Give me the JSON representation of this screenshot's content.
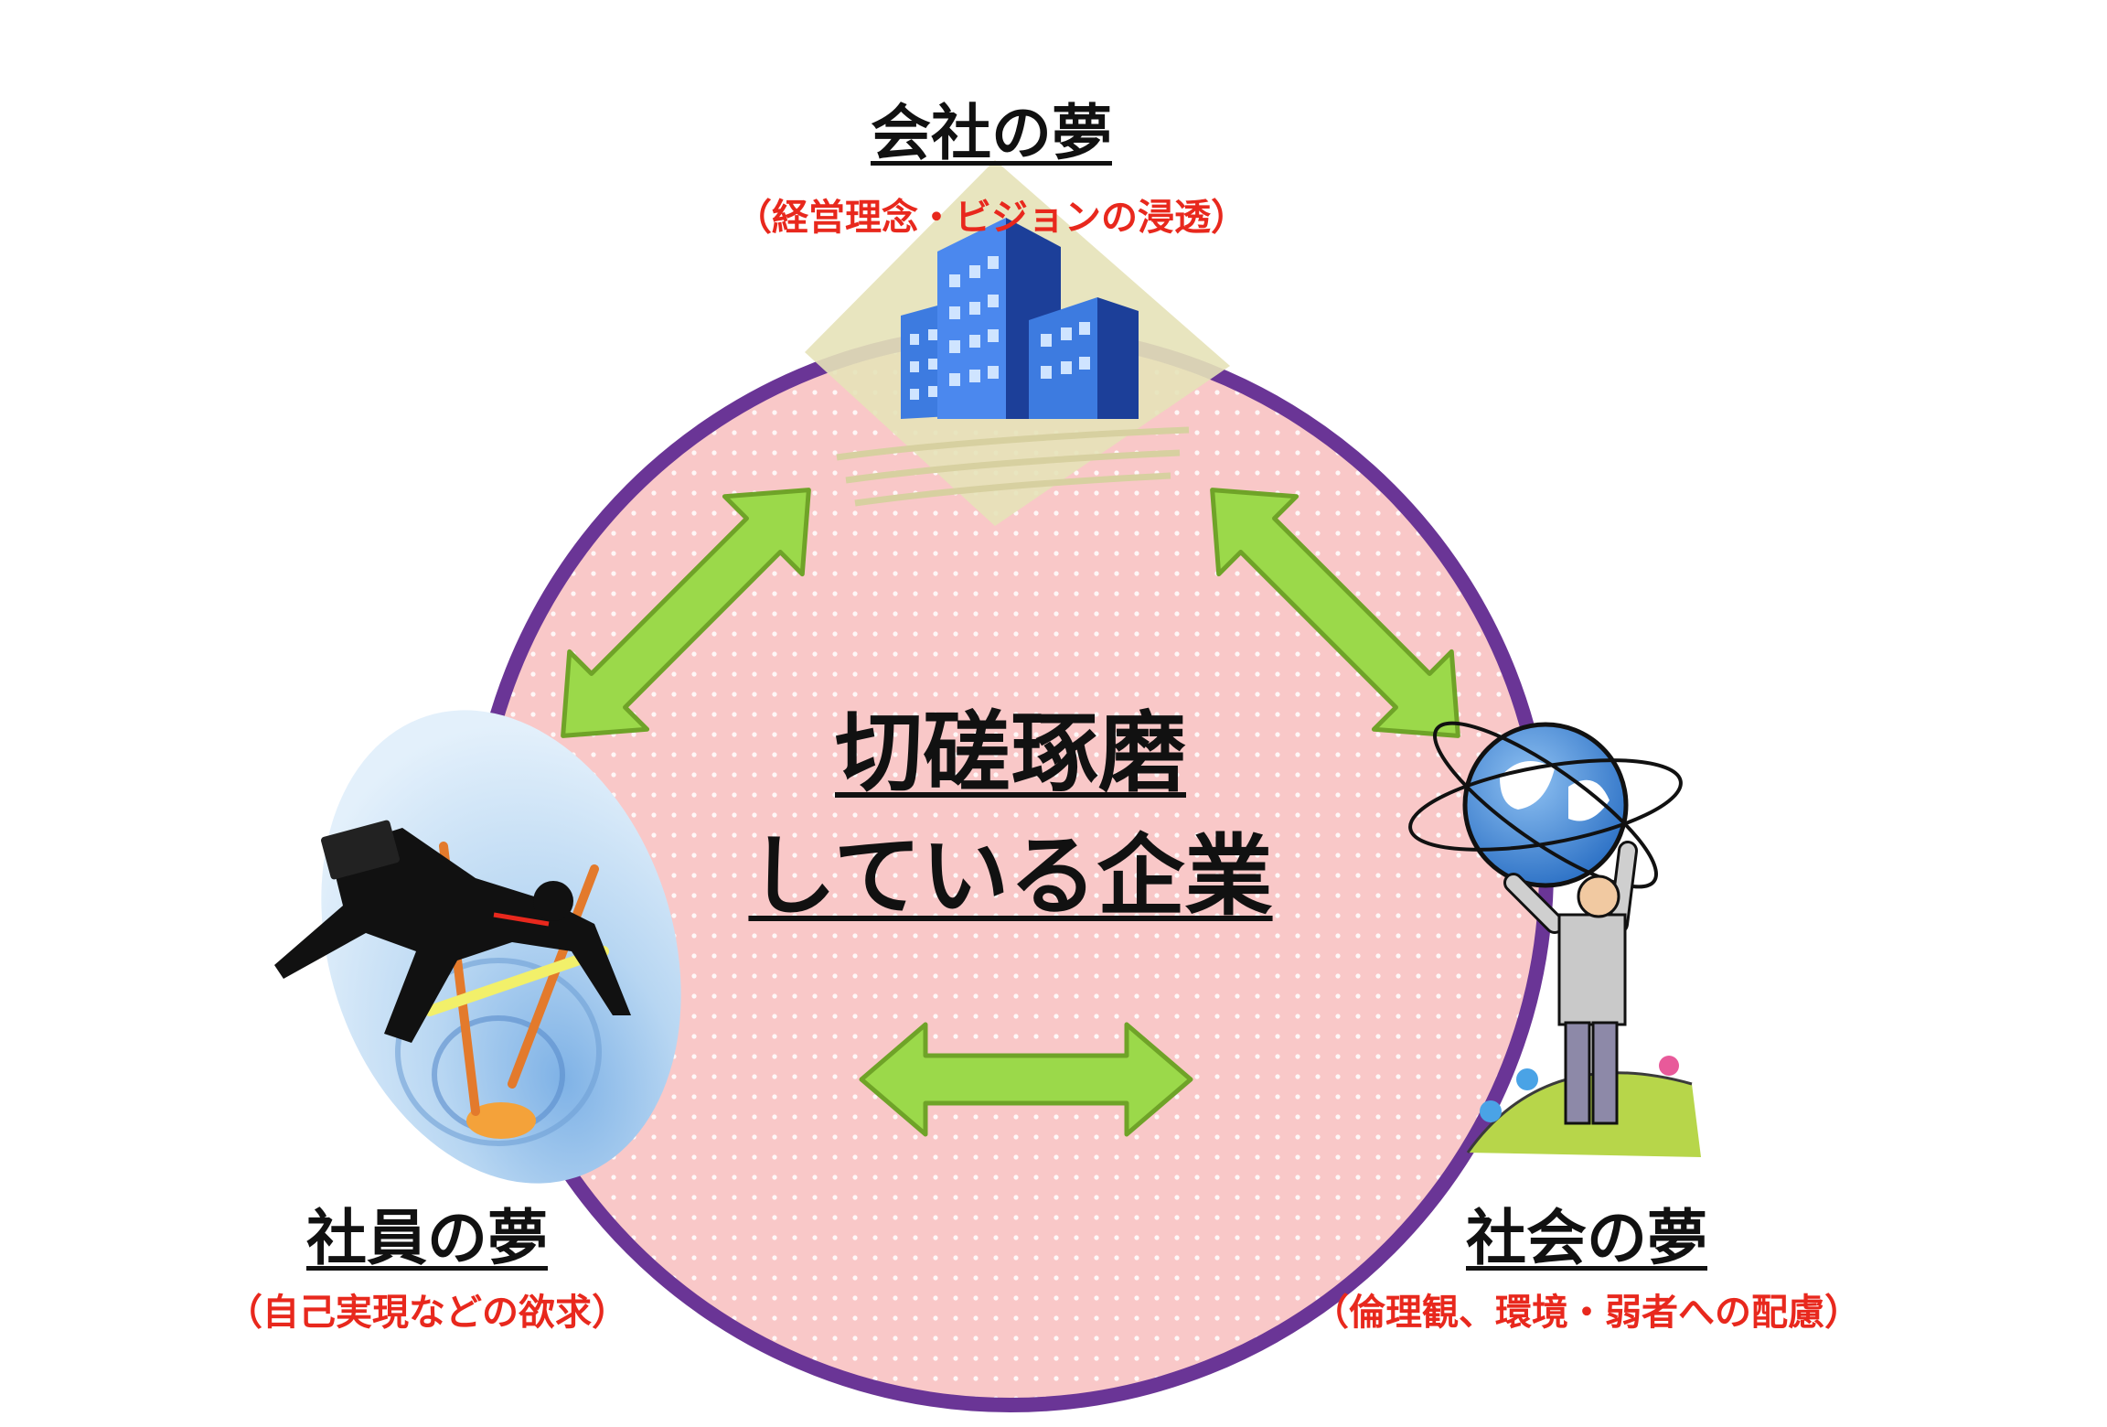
{
  "center": {
    "line1": "切磋琢磨",
    "line2": "している企業"
  },
  "company": {
    "title": "会社の夢",
    "subtitle": "（経営理念・ビジョンの浸透）"
  },
  "employee": {
    "title": "社員の夢",
    "subtitle": "（自己実現などの欲求）"
  },
  "society": {
    "title": "社会の夢",
    "subtitle": "（倫理観、環境・弱者への配慮）"
  },
  "colors": {
    "circle_fill": "#f9c8c8",
    "circle_border": "#6a3596",
    "arrow_fill": "#9bd94a",
    "arrow_stroke": "#6fa328",
    "subtitle_red": "#e8281d",
    "building_blue": "#3d7be0"
  },
  "icons": {
    "company": "office-building-icon",
    "employee": "businessman-high-jump-icon",
    "society": "man-holding-globe-icon"
  }
}
